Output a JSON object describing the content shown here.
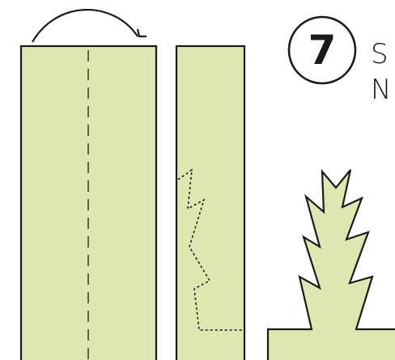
{
  "step": {
    "number": "7",
    "line1": "S",
    "line2": "N"
  },
  "colors": {
    "paper_fill": "#dde8b0",
    "outline": "#1a1a1a",
    "background": "#ffffff"
  },
  "icons": [
    "fold-arrow-icon",
    "step-number-badge",
    "cut-line",
    "fold-line"
  ]
}
